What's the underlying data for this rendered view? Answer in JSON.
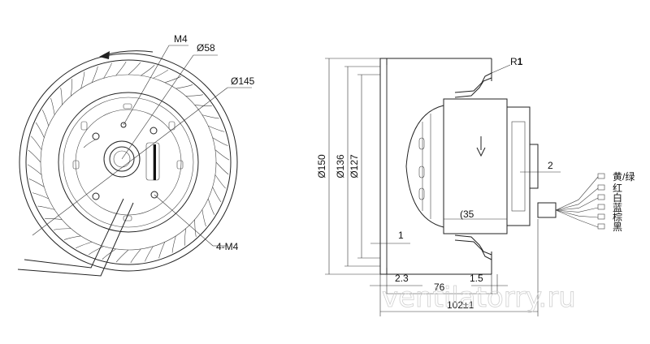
{
  "front_view": {
    "label_m4": "M4",
    "label_d58": "Ø58",
    "label_d145": "Ø145",
    "label_4m4": "4-M4"
  },
  "side_view": {
    "label_r1_prefix": "R",
    "label_r1_value": "1",
    "label_d150": "Ø150",
    "label_d136": "Ø136",
    "label_d127": "Ø127",
    "label_2": "2",
    "label_1": "1",
    "label_35": "(35",
    "label_2_3": "2.3",
    "label_1_5": "1.5",
    "label_76": "76",
    "label_102": "102±1"
  },
  "wires": {
    "yellow_green": "黄/绿",
    "red": "红",
    "white": "白",
    "blue": "蓝",
    "brown": "棕",
    "black": "黑"
  },
  "watermark": "ventilatorry.ru"
}
